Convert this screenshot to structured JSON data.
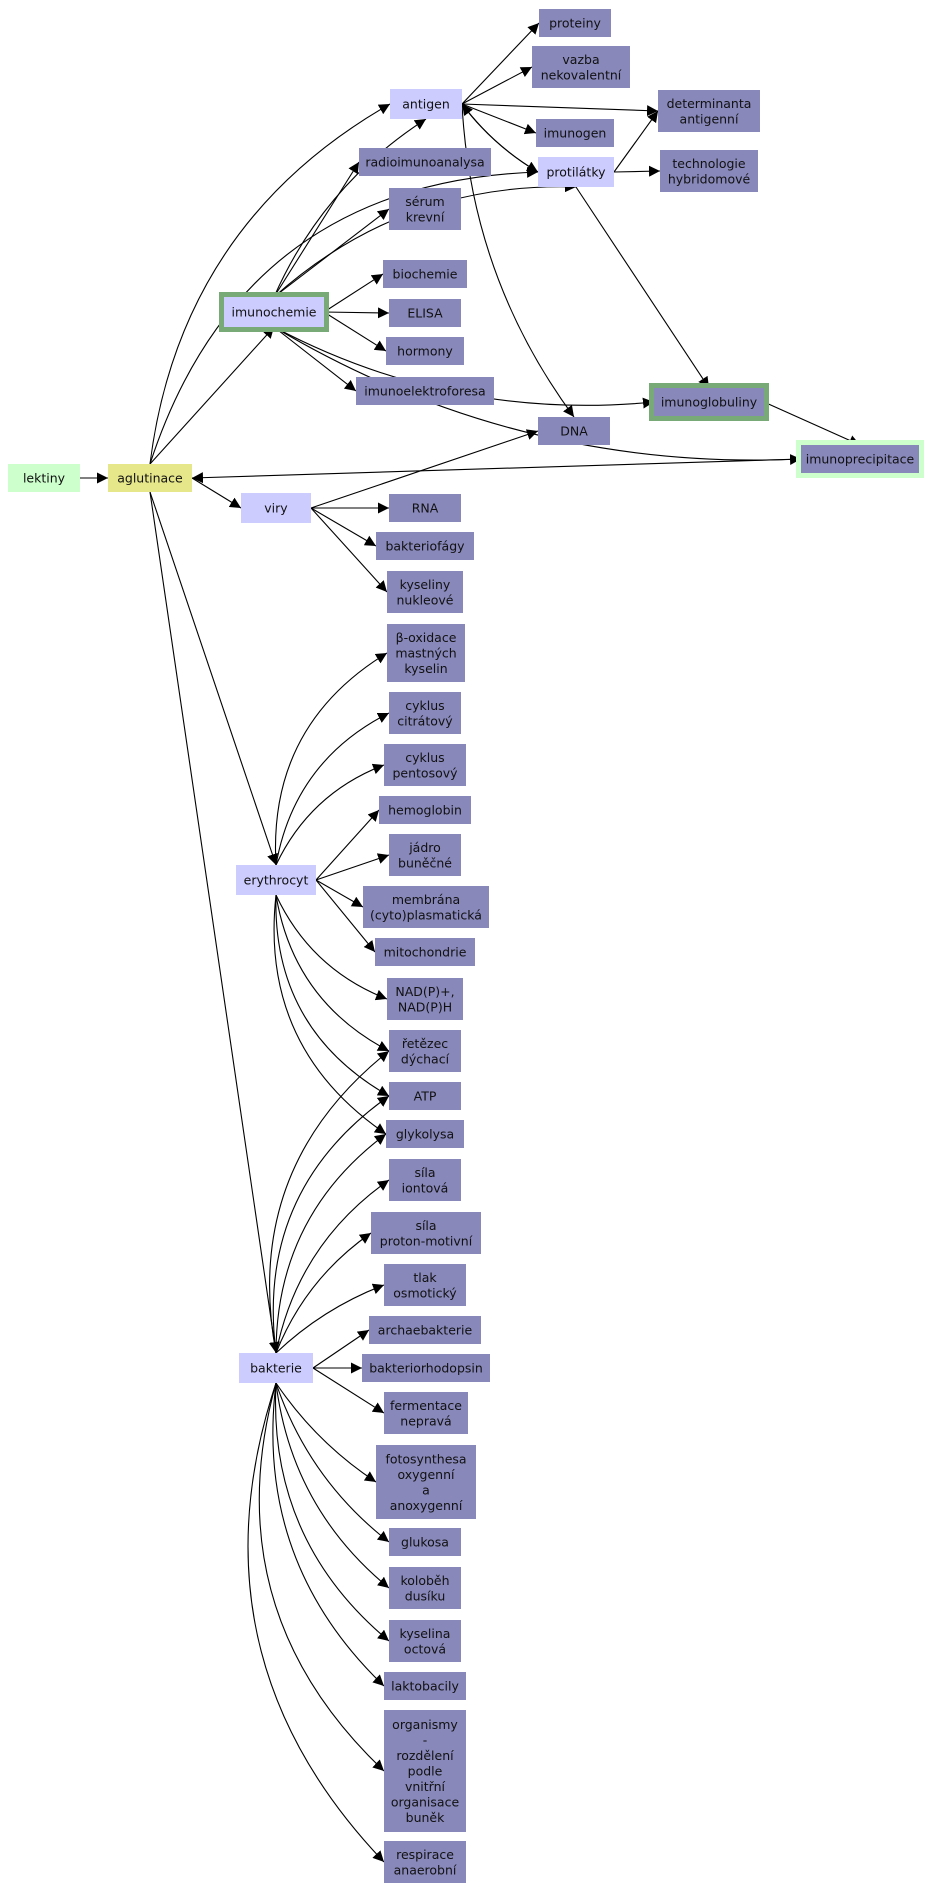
{
  "diagram": {
    "colors": {
      "leaf": "#8888bb",
      "hub": "#ccccff",
      "focus": "#e6e68a",
      "source": "#ccffcc",
      "highlight_border": "#77aa77",
      "highlight_border_light": "#ccffcc"
    },
    "nodes": {
      "lektiny": {
        "label": [
          "lektiny"
        ]
      },
      "aglutinace": {
        "label": [
          "aglutinace"
        ]
      },
      "antigen": {
        "label": [
          "antigen"
        ]
      },
      "proteiny": {
        "label": [
          "proteiny"
        ]
      },
      "vazba": {
        "label": [
          "vazba",
          "nekovalentní"
        ]
      },
      "imunogen": {
        "label": [
          "imunogen"
        ]
      },
      "determinanta": {
        "label": [
          "determinanta",
          "antigenní"
        ]
      },
      "protilatky": {
        "label": [
          "protilátky"
        ]
      },
      "technologie": {
        "label": [
          "technologie",
          "hybridomové"
        ]
      },
      "radioimuno": {
        "label": [
          "radioimunoanalysa"
        ]
      },
      "serum": {
        "label": [
          "sérum",
          "krevní"
        ]
      },
      "imunochemie": {
        "label": [
          "imunochemie"
        ]
      },
      "biochemie": {
        "label": [
          "biochemie"
        ]
      },
      "elisa": {
        "label": [
          "ELISA"
        ]
      },
      "hormony": {
        "label": [
          "hormony"
        ]
      },
      "imunoelektro": {
        "label": [
          "imunoelektroforesa"
        ]
      },
      "imunoglobuliny": {
        "label": [
          "imunoglobuliny"
        ]
      },
      "dna": {
        "label": [
          "DNA"
        ]
      },
      "imunoprecipitace": {
        "label": [
          "imunoprecipitace"
        ]
      },
      "viry": {
        "label": [
          "viry"
        ]
      },
      "rna": {
        "label": [
          "RNA"
        ]
      },
      "bakteriofagy": {
        "label": [
          "bakteriofágy"
        ]
      },
      "kyseliny": {
        "label": [
          "kyseliny",
          "nukleové"
        ]
      },
      "betaox": {
        "label": [
          "β-oxidace",
          "mastných",
          "kyselin"
        ]
      },
      "cyklus_cit": {
        "label": [
          "cyklus",
          "citrátový"
        ]
      },
      "cyklus_pen": {
        "label": [
          "cyklus",
          "pentosový"
        ]
      },
      "hemoglobin": {
        "label": [
          "hemoglobin"
        ]
      },
      "jadro": {
        "label": [
          "jádro",
          "buněčné"
        ]
      },
      "erythrocyt": {
        "label": [
          "erythrocyt"
        ]
      },
      "membrana": {
        "label": [
          "membrána",
          "(cyto)plasmatická"
        ]
      },
      "mitochondrie": {
        "label": [
          "mitochondrie"
        ]
      },
      "nadp": {
        "label": [
          "NAD(P)+,",
          "NAD(P)H"
        ]
      },
      "retezec": {
        "label": [
          "řetězec",
          "dýchací"
        ]
      },
      "atp": {
        "label": [
          "ATP"
        ]
      },
      "glykolysa": {
        "label": [
          "glykolysa"
        ]
      },
      "sila_ion": {
        "label": [
          "síla",
          "iontová"
        ]
      },
      "sila_pro": {
        "label": [
          "síla",
          "proton-motivní"
        ]
      },
      "tlak": {
        "label": [
          "tlak",
          "osmotický"
        ]
      },
      "archae": {
        "label": [
          "archaebakterie"
        ]
      },
      "bakterie": {
        "label": [
          "bakterie"
        ]
      },
      "bakteriorho": {
        "label": [
          "bakteriorhodopsin"
        ]
      },
      "fermentace": {
        "label": [
          "fermentace",
          "nepravá"
        ]
      },
      "fotosyn": {
        "label": [
          "fotosynthesa",
          "oxygenní",
          "a",
          "anoxygenní"
        ]
      },
      "glukosa": {
        "label": [
          "glukosa"
        ]
      },
      "kolobeh": {
        "label": [
          "koloběh",
          "dusíku"
        ]
      },
      "kyselina": {
        "label": [
          "kyselina",
          "octová"
        ]
      },
      "laktobacily": {
        "label": [
          "laktobacily"
        ]
      },
      "organismy": {
        "label": [
          "organismy",
          "-",
          "rozdělení",
          "podle",
          "vnitřní",
          "organisace",
          "buněk"
        ]
      },
      "respirace": {
        "label": [
          "respirace",
          "anaerobní"
        ]
      }
    }
  }
}
